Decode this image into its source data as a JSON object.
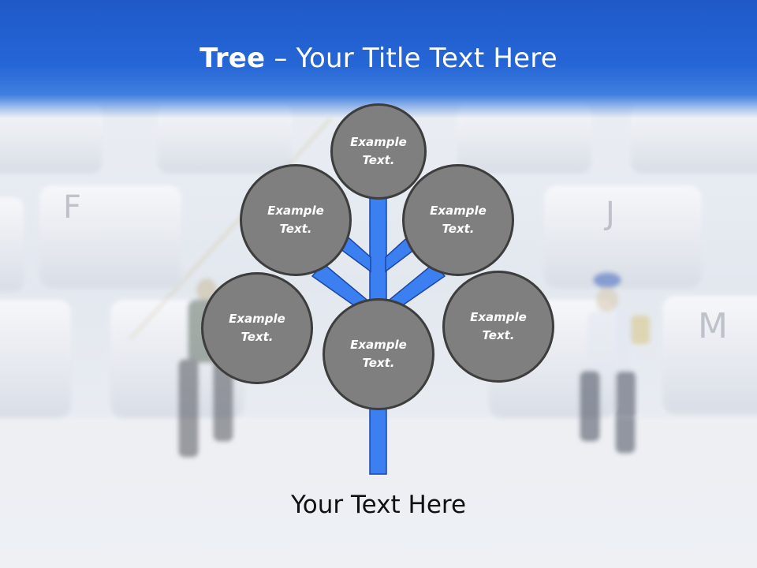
{
  "slide": {
    "title_strong": "Tree",
    "title_rest": " – Your Title Text Here",
    "footer": "Your Text Here"
  },
  "background": {
    "key_letters": [
      "F",
      "J",
      "M"
    ]
  },
  "tree": {
    "nodes": [
      {
        "id": "top",
        "label": "Example\nText."
      },
      {
        "id": "upper-left",
        "label": "Example\nText."
      },
      {
        "id": "upper-right",
        "label": "Example\nText."
      },
      {
        "id": "lower-left",
        "label": "Example\nText."
      },
      {
        "id": "center",
        "label": "Example\nText."
      },
      {
        "id": "lower-right",
        "label": "Example\nText."
      }
    ]
  },
  "colors": {
    "header_blue": "#2566d6",
    "trunk_blue": "#3c7ff0",
    "node_fill": "#7f7f7f",
    "node_border": "#3d3d3d"
  }
}
